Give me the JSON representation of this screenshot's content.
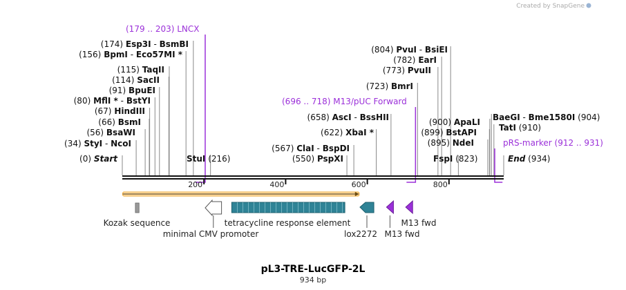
{
  "credit": "Created by SnapGene",
  "plasmid": {
    "name": "pL3-TRE-LucGFP-2L",
    "size_label": "934 bp",
    "length": 934
  },
  "axis_ticks": [
    {
      "value": 200,
      "label": "200"
    },
    {
      "value": 400,
      "label": "400"
    },
    {
      "value": 600,
      "label": "600"
    },
    {
      "value": 800,
      "label": "800"
    }
  ],
  "sites": [
    {
      "id": "start",
      "pos": 0,
      "pos_label": "(0)",
      "name": "Start",
      "italic": true
    },
    {
      "id": "styi",
      "pos": 34,
      "pos_label": "(34)",
      "name": "StyI",
      "sep": " - ",
      "name2": "NcoI"
    },
    {
      "id": "bsawi",
      "pos": 56,
      "pos_label": "(56)",
      "name": "BsaWI"
    },
    {
      "id": "bsmi",
      "pos": 66,
      "pos_label": "(66)",
      "name": "BsmI"
    },
    {
      "id": "hindiii",
      "pos": 67,
      "pos_label": "(67)",
      "name": "HindIII"
    },
    {
      "id": "mfli",
      "pos": 80,
      "pos_label": "(80)",
      "name": "MflI *",
      "sep": " - ",
      "name2": "BstYI"
    },
    {
      "id": "bpuei",
      "pos": 91,
      "pos_label": "(91)",
      "name": "BpuEI"
    },
    {
      "id": "sacii",
      "pos": 114,
      "pos_label": "(114)",
      "name": "SacII"
    },
    {
      "id": "taqii",
      "pos": 115,
      "pos_label": "(115)",
      "name": "TaqII"
    },
    {
      "id": "bpmi",
      "pos": 156,
      "pos_label": "(156)",
      "name": "BpmI",
      "sep": " - ",
      "name2": "Eco57MI *"
    },
    {
      "id": "esp3i",
      "pos": 174,
      "pos_label": "(174)",
      "name": "Esp3I",
      "sep": " - ",
      "name2": "BsmBI"
    },
    {
      "id": "stui",
      "pos": 216,
      "pos_label": "(216)",
      "name": "StuI"
    },
    {
      "id": "pspxi",
      "pos": 550,
      "pos_label": "(550)",
      "name": "PspXI"
    },
    {
      "id": "clai",
      "pos": 567,
      "pos_label": "(567)",
      "name": "ClaI",
      "sep": " - ",
      "name2": "BspDI"
    },
    {
      "id": "xbai",
      "pos": 622,
      "pos_label": "(622)",
      "name": "XbaI *"
    },
    {
      "id": "asci",
      "pos": 658,
      "pos_label": "(658)",
      "name": "AscI",
      "sep": " - ",
      "name2": "BssHII"
    },
    {
      "id": "bmri",
      "pos": 723,
      "pos_label": "(723)",
      "name": "BmrI"
    },
    {
      "id": "pvuii",
      "pos": 773,
      "pos_label": "(773)",
      "name": "PvuII"
    },
    {
      "id": "eari",
      "pos": 782,
      "pos_label": "(782)",
      "name": "EarI"
    },
    {
      "id": "pvui",
      "pos": 804,
      "pos_label": "(804)",
      "name": "PvuI",
      "sep": " - ",
      "name2": "BsiEI"
    },
    {
      "id": "fspi",
      "pos": 823,
      "pos_label": "(823)",
      "name": "FspI"
    },
    {
      "id": "ndei",
      "pos": 895,
      "pos_label": "(895)",
      "name": "NdeI"
    },
    {
      "id": "bstapi",
      "pos": 899,
      "pos_label": "(899)",
      "name": "BstAPI"
    },
    {
      "id": "apali",
      "pos": 900,
      "pos_label": "(900)",
      "name": "ApaLI"
    },
    {
      "id": "bme1580i",
      "pos": 904,
      "pos_label": "(904)",
      "name": "BaeGI",
      "sep": " - ",
      "name2": "Bme1580I"
    },
    {
      "id": "tati",
      "pos": 910,
      "pos_label": "(910)",
      "name": "TatI"
    },
    {
      "id": "end",
      "pos": 934,
      "pos_label": "(934)",
      "name": "End",
      "italic": true
    }
  ],
  "primers": [
    {
      "id": "lncx",
      "label": "LNCX",
      "range_label": "(179 .. 203)",
      "start": 179,
      "end": 203,
      "strand": "forward"
    },
    {
      "id": "m13-puc-forward",
      "label": "M13/pUC Forward",
      "range_label": "(696 .. 718)",
      "start": 696,
      "end": 718,
      "strand": "forward"
    },
    {
      "id": "prs-marker",
      "label": "pRS-marker",
      "range_label": "(912 .. 931)",
      "start": 912,
      "end": 931,
      "strand": "reverse"
    }
  ],
  "orf": {
    "start": 1,
    "end": 580,
    "color": "#f0a830"
  },
  "features": [
    {
      "id": "kozak-sequence",
      "label": "Kozak sequence",
      "start": 32,
      "end": 41,
      "type": "misc",
      "color": "#999999"
    },
    {
      "id": "minimal-cmv-promoter",
      "label": "minimal CMV promoter",
      "start": 203,
      "end": 243,
      "type": "promoter",
      "color": "#ffffff"
    },
    {
      "id": "tetracycline-response-element",
      "label": "tetracycline response element",
      "start": 268,
      "end": 545,
      "type": "repeat",
      "color": "#2f8396"
    },
    {
      "id": "lox2272",
      "label": "lox2272",
      "start": 582,
      "end": 616,
      "type": "arrow-reverse",
      "color": "#2f8396"
    },
    {
      "id": "m13-fwd-1",
      "label": "M13 fwd",
      "start": 647,
      "end": 664,
      "type": "primer-reverse",
      "color": "#9b30d9"
    },
    {
      "id": "m13-fwd-2",
      "label": "M13 fwd",
      "start": 694,
      "end": 711,
      "type": "primer-reverse",
      "color": "#9b30d9"
    }
  ],
  "colors": {
    "backbone": "#111111",
    "primer": "#9b30d9",
    "orf": "#f0a830"
  }
}
